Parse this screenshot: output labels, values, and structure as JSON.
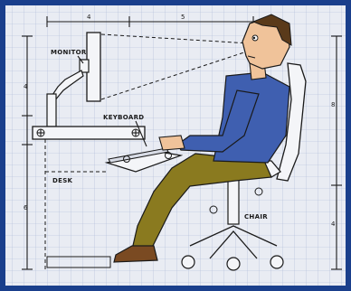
{
  "labels": {
    "monitor": "MONITOR",
    "keyboard": "KEYBOARD",
    "desk": "DESK",
    "chair": "CHAIR"
  },
  "dimensions": {
    "top_left": "4",
    "top_right": "5",
    "left_upper": "4",
    "left_lower": "6",
    "right_upper": "8",
    "right_lower": "4"
  },
  "colors": {
    "frame": "#1a3f8c",
    "paper": "#e9ecf3",
    "grid": "#a9b8d6",
    "shirt": "#3f5fb0",
    "pants": "#8a7a1f",
    "skin": "#f0c39a",
    "hair": "#5a3a1a",
    "shoe": "#7a4a22"
  }
}
